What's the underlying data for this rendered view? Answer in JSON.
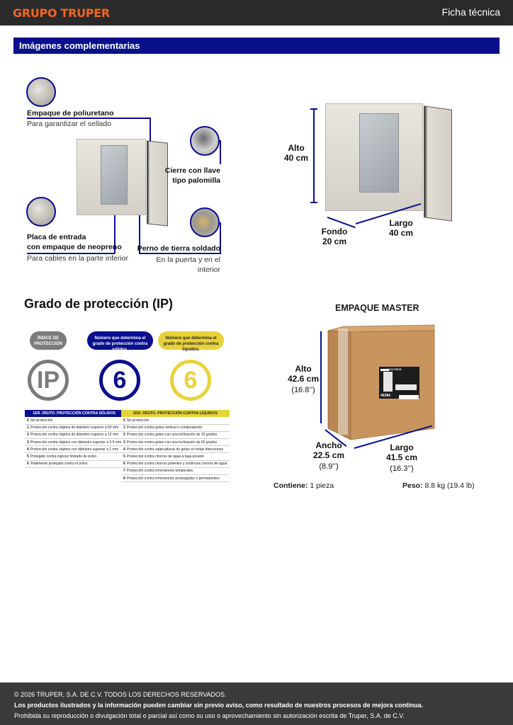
{
  "header": {
    "brand": "GRUPO TRUPER",
    "doc_type": "Ficha técnica"
  },
  "section_title": "Imágenes complementarias",
  "features": {
    "gasket": {
      "title": "Empaque de poliuretano",
      "sub": "Para garantizar el sellado"
    },
    "lock": {
      "title1": "Cierre con llave",
      "title2": "tipo palomilla"
    },
    "entry_plate": {
      "title1": "Placa de entrada",
      "title2": "con empaque de neopreno",
      "sub": "Para cables en la parte inferior"
    },
    "ground": {
      "title": "Perno de tierra soldado",
      "sub": "En la puerta y en el interior"
    }
  },
  "product_dims": {
    "alto": {
      "label": "Alto",
      "value": "40 cm"
    },
    "fondo": {
      "label": "Fondo",
      "value": "20 cm"
    },
    "largo": {
      "label": "Largo",
      "value": "40 cm"
    }
  },
  "ip": {
    "title": "Grado de protección (IP)",
    "pill_index": "ÍNDICE DE PROTECCIÓN",
    "pill_solids": "Número que determina el grado de protección contra sólidos.",
    "pill_liquids": "Número que determina el grado de protección contra líquidos.",
    "ring_ip": "IP",
    "ring_first": "6",
    "ring_second": "6",
    "table_solids_header": "1ER. DÍGITO: PROTECCIÓN CONTRA SÓLIDOS",
    "table_liquids_header": "2DO. DÍGITO: PROTECCIÓN CONTRA LÍQUIDOS",
    "solids": [
      {
        "n": "0",
        "t": "Sin protección"
      },
      {
        "n": "1",
        "t": "Protección contra objetos de diámetro superior a 50 mm"
      },
      {
        "n": "2",
        "t": "Protección contra objetos de diámetro superior a 12 mm"
      },
      {
        "n": "3",
        "t": "Protección contra objetos con diámetro superior a 2.5 mm"
      },
      {
        "n": "4",
        "t": "Protección contra objetos con diámetro superior a 1 mm"
      },
      {
        "n": "5",
        "t": "Protegido contra ingreso limitado de polvo"
      },
      {
        "n": "6",
        "t": "Totalmente protegido contra el polvo"
      }
    ],
    "liquids": [
      {
        "n": "0",
        "t": "Sin protección"
      },
      {
        "n": "1",
        "t": "Protección contra goteo vertical o condensación"
      },
      {
        "n": "2",
        "t": "Protección contra goteo con una inclinación de 15 grados"
      },
      {
        "n": "3",
        "t": "Protección contra goteo con una inclinación de 60 grados"
      },
      {
        "n": "4",
        "t": "Protección contra salpicaduras de gotas en todas direcciones"
      },
      {
        "n": "5",
        "t": "Protección contra chorros de agua a baja presión"
      },
      {
        "n": "6",
        "t": "Protección contra chorros potentes y continuos chorros de agua"
      },
      {
        "n": "7",
        "t": "Protección contra inmersiones temporales"
      },
      {
        "n": "8",
        "t": "Protección contra inmersiones prolongadas o permanentes"
      }
    ]
  },
  "master": {
    "title": "EMPAQUE MASTER",
    "alto": {
      "label": "Alto",
      "value": "42.6 cm",
      "imperial": "(16.8’’)"
    },
    "ancho": {
      "label": "Ancho",
      "value": "22.5 cm",
      "imperial": "(8.9’’)"
    },
    "largo": {
      "label": "Largo",
      "value": "41.5 cm",
      "imperial": "(16.3’’)"
    },
    "label_code": "46384",
    "label_brand": "VOLTECK",
    "contains_label": "Contiene:",
    "contains_value": "1 pieza",
    "weight_label": "Peso:",
    "weight_value": "8.8 kg (19.4 lb)"
  },
  "footer": {
    "copyright": "© 2026 TRUPER, S.A. DE C.V. TODOS LOS DERECHOS RESERVADOS.",
    "notice": "Los productos ilustrados y la información pueden cambiar sin previo aviso, como resultado de nuestros procesos de mejora continua.",
    "prohibited": "Prohibida su reproducción o divulgación total o parcial así como su uso o aprovechamiento sin autorización escrita de Truper, S.A. de C.V."
  },
  "colors": {
    "brand_orange": "#f26522",
    "navy": "#0a0f8c",
    "yellow": "#e8d23a",
    "gray": "#7b7b7b"
  }
}
